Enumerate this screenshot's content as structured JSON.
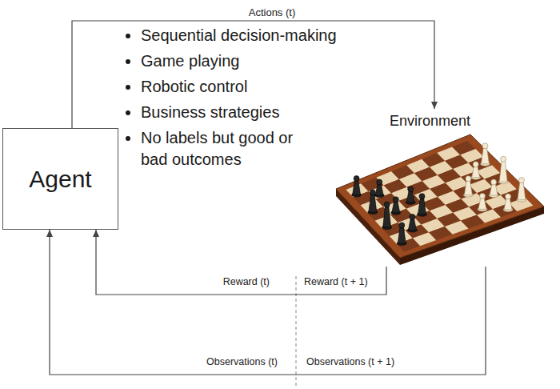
{
  "diagram": {
    "nodes": [
      {
        "text": [
          "Agent"
        ]
      },
      {
        "text": [
          "Environment"
        ]
      }
    ],
    "edges": [
      {
        "from": 0,
        "to": 1,
        "arrow": "to",
        "label": "Actions (t)"
      },
      {
        "from": 1,
        "to": 0,
        "arrow": "to"
      },
      {
        "from": 1,
        "to": 0,
        "arrow": "to"
      }
    ],
    "labels": [
      "Sequential decision-making",
      "Game playing",
      "Robotic control",
      "Business strategies",
      "No labels but good or bad outcomes",
      "Reward (t)",
      "Reward (t + 1)",
      "Observations (t)",
      "Observations (t + 1)"
    ]
  }
}
